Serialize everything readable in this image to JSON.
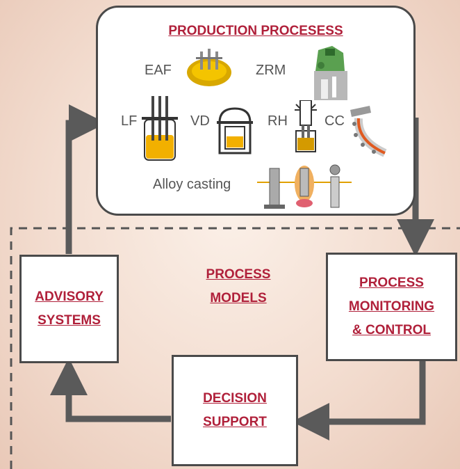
{
  "production": {
    "title": "PRODUCTION PROCESESS",
    "eaf": "EAF",
    "zrm": "ZRM",
    "lf": "LF",
    "vd": "VD",
    "rh": "RH",
    "cc": "CC",
    "alloy_casting": "Alloy casting"
  },
  "nodes": {
    "advisory_line1": "ADVISORY",
    "advisory_line2": "SYSTEMS",
    "models_line1": "PROCESS",
    "models_line2": "MODELS",
    "monitoring_line1": "PROCESS",
    "monitoring_line2": "MONITORING",
    "monitoring_line3": "& CONTROL",
    "decision_line1": "DECISION",
    "decision_line2": "SUPPORT"
  },
  "colors": {
    "label_red": "#b0203a",
    "arrow_gray": "#5a5a5a",
    "box_border": "#4a4a4a"
  }
}
